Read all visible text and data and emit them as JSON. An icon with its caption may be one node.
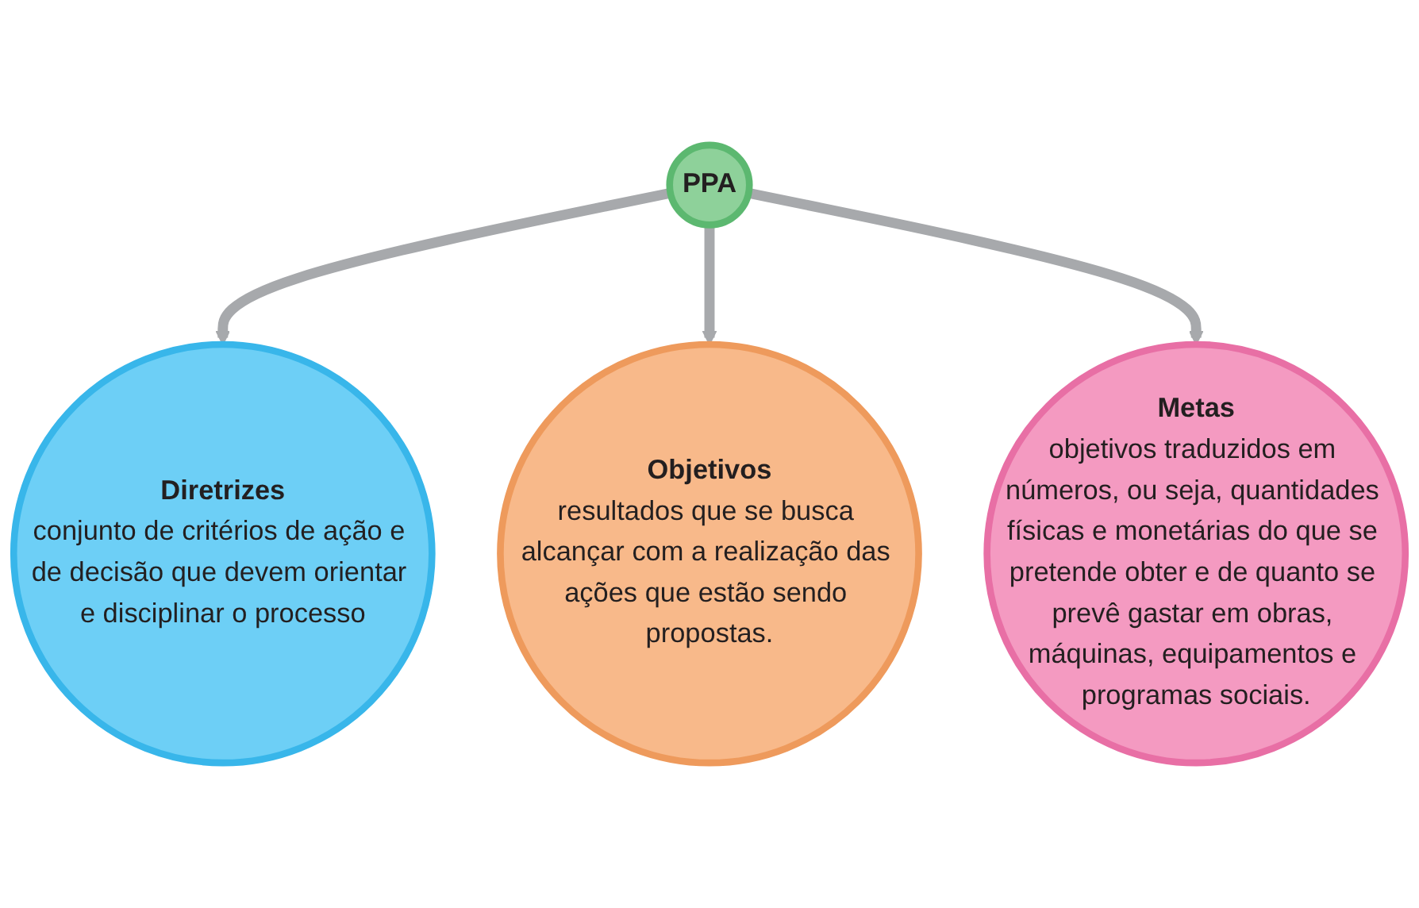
{
  "diagram": {
    "nodes": [
      {
        "text": [
          "PPA"
        ]
      },
      {
        "text": [
          "Diretrizes",
          "conjunto de critérios de ação e de decisão que devem orientar e disciplinar o processo"
        ]
      },
      {
        "text": [
          "Objetivos",
          "resultados que se busca alcançar com a realização das ações que estão sendo propostas."
        ]
      },
      {
        "text": [
          "Metas",
          "objetivos traduzidos em números, ou seja, quantidades físicas e monetárias do que se pretende obter e de quanto se prevê gastar em obras, máquinas, equipamentos e programas sociais."
        ]
      }
    ],
    "edges": [
      {
        "from": 0,
        "to": 1,
        "arrow": "to"
      },
      {
        "from": 0,
        "to": 2,
        "arrow": "to"
      },
      {
        "from": 0,
        "to": 3,
        "arrow": "to"
      }
    ]
  }
}
